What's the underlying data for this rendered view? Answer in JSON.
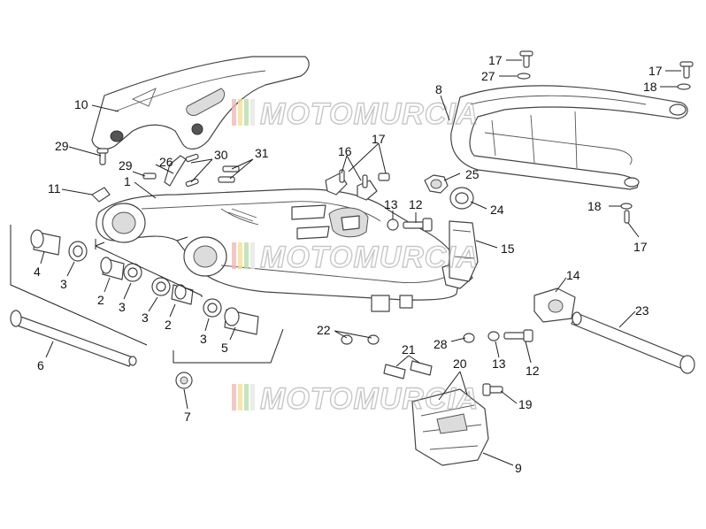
{
  "watermark": {
    "text": "MOTOMURCIA",
    "stripe_colors": [
      "#f2b8b8",
      "#f3e09a",
      "#b8dcb0",
      "#e6e6e6"
    ]
  },
  "callouts": [
    {
      "id": "c10",
      "text": "10"
    },
    {
      "id": "c29a",
      "text": "29"
    },
    {
      "id": "c26",
      "text": "26"
    },
    {
      "id": "c29b",
      "text": "29"
    },
    {
      "id": "c30",
      "text": "30"
    },
    {
      "id": "c31",
      "text": "31"
    },
    {
      "id": "c11",
      "text": "11"
    },
    {
      "id": "c1",
      "text": "1"
    },
    {
      "id": "c16",
      "text": "16"
    },
    {
      "id": "c17a",
      "text": "17"
    },
    {
      "id": "c17b",
      "text": "17"
    },
    {
      "id": "c27",
      "text": "27"
    },
    {
      "id": "c8",
      "text": "8"
    },
    {
      "id": "c17c",
      "text": "17"
    },
    {
      "id": "c18a",
      "text": "18"
    },
    {
      "id": "c25",
      "text": "25"
    },
    {
      "id": "c24",
      "text": "24"
    },
    {
      "id": "c13a",
      "text": "13"
    },
    {
      "id": "c12a",
      "text": "12"
    },
    {
      "id": "c15",
      "text": "15"
    },
    {
      "id": "c18b",
      "text": "18"
    },
    {
      "id": "c17d",
      "text": "17"
    },
    {
      "id": "c4",
      "text": "4"
    },
    {
      "id": "c3a",
      "text": "3"
    },
    {
      "id": "c2a",
      "text": "2"
    },
    {
      "id": "c3b",
      "text": "3"
    },
    {
      "id": "c3c",
      "text": "3"
    },
    {
      "id": "c2b",
      "text": "2"
    },
    {
      "id": "c3d",
      "text": "3"
    },
    {
      "id": "c5",
      "text": "5"
    },
    {
      "id": "c6",
      "text": "6"
    },
    {
      "id": "c14",
      "text": "14"
    },
    {
      "id": "c23",
      "text": "23"
    },
    {
      "id": "c22",
      "text": "22"
    },
    {
      "id": "c28",
      "text": "28"
    },
    {
      "id": "c13b",
      "text": "13"
    },
    {
      "id": "c12b",
      "text": "12"
    },
    {
      "id": "c21",
      "text": "21"
    },
    {
      "id": "c20",
      "text": "20"
    },
    {
      "id": "c19",
      "text": "19"
    },
    {
      "id": "c7",
      "text": "7"
    },
    {
      "id": "c9",
      "text": "9"
    }
  ]
}
